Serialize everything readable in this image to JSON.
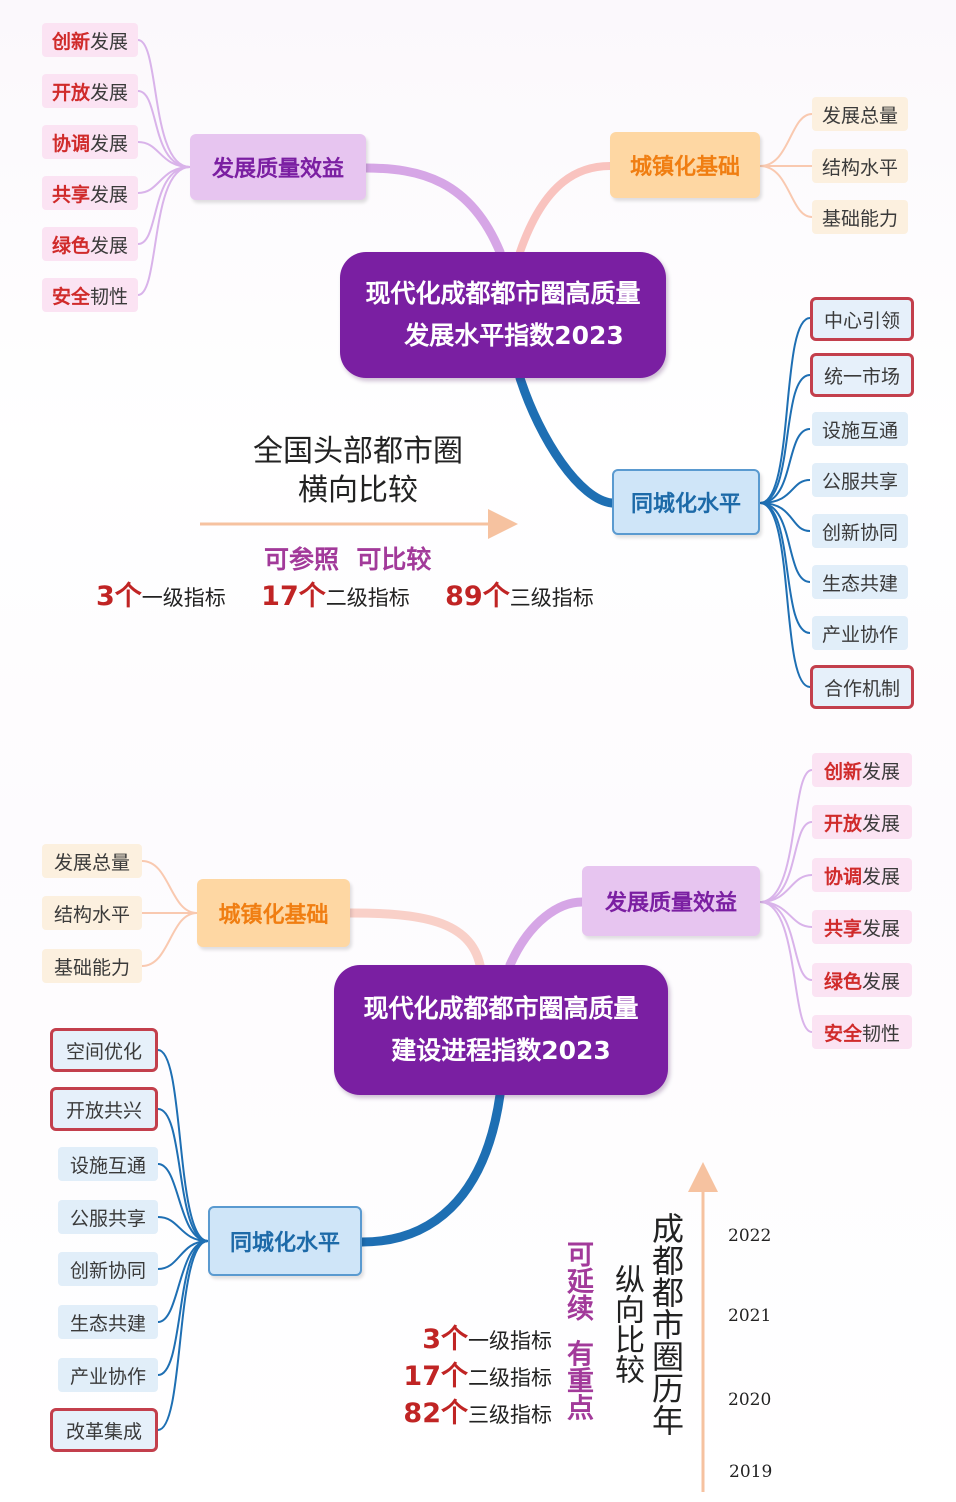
{
  "top": {
    "center": [
      "现代化成都都市圈高质量",
      "发展水平指数2023"
    ],
    "quality": {
      "title": "发展质量效益",
      "items": [
        {
          "a": "创新",
          "b": "发展"
        },
        {
          "a": "开放",
          "b": "发展"
        },
        {
          "a": "协调",
          "b": "发展"
        },
        {
          "a": "共享",
          "b": "发展"
        },
        {
          "a": "绿色",
          "b": "发展"
        },
        {
          "a": "安全",
          "b": "韧性"
        }
      ]
    },
    "urban": {
      "title": "城镇化基础",
      "items": [
        "发展总量",
        "结构水平",
        "基础能力"
      ]
    },
    "sameCity": {
      "title": "同城化水平",
      "items": [
        "中心引领",
        "统一市场",
        "设施互通",
        "公服共享",
        "创新协同",
        "生态共建",
        "产业协作",
        "合作机制"
      ]
    },
    "compare": {
      "line1": "全国头部都市圈",
      "line2": "横向比较",
      "tagline": "可参照  可比较",
      "stats": [
        {
          "num": "3个",
          "label": "一级指标"
        },
        {
          "num": "17个",
          "label": "二级指标"
        },
        {
          "num": "89个",
          "label": "三级指标"
        }
      ]
    }
  },
  "bottom": {
    "center": [
      "现代化成都都市圈高质量",
      "建设进程指数2023"
    ],
    "urban": {
      "title": "城镇化基础",
      "items": [
        "发展总量",
        "结构水平",
        "基础能力"
      ]
    },
    "quality": {
      "title": "发展质量效益",
      "items": [
        {
          "a": "创新",
          "b": "发展"
        },
        {
          "a": "开放",
          "b": "发展"
        },
        {
          "a": "协调",
          "b": "发展"
        },
        {
          "a": "共享",
          "b": "发展"
        },
        {
          "a": "绿色",
          "b": "发展"
        },
        {
          "a": "安全",
          "b": "韧性"
        }
      ]
    },
    "sameCity": {
      "title": "同城化水平",
      "items": [
        "空间优化",
        "开放共兴",
        "设施互通",
        "公服共享",
        "创新协同",
        "生态共建",
        "产业协作",
        "改革集成"
      ]
    },
    "history": {
      "col1": "成都都市圈历年",
      "col2": "纵向比较",
      "col3": "可延续  有重点",
      "stats": [
        {
          "num": "3个",
          "label": "一级指标"
        },
        {
          "num": "17个",
          "label": "二级指标"
        },
        {
          "num": "82个",
          "label": "三级指标"
        }
      ],
      "years": [
        "2022",
        "2021",
        "2020",
        "2019"
      ]
    }
  }
}
